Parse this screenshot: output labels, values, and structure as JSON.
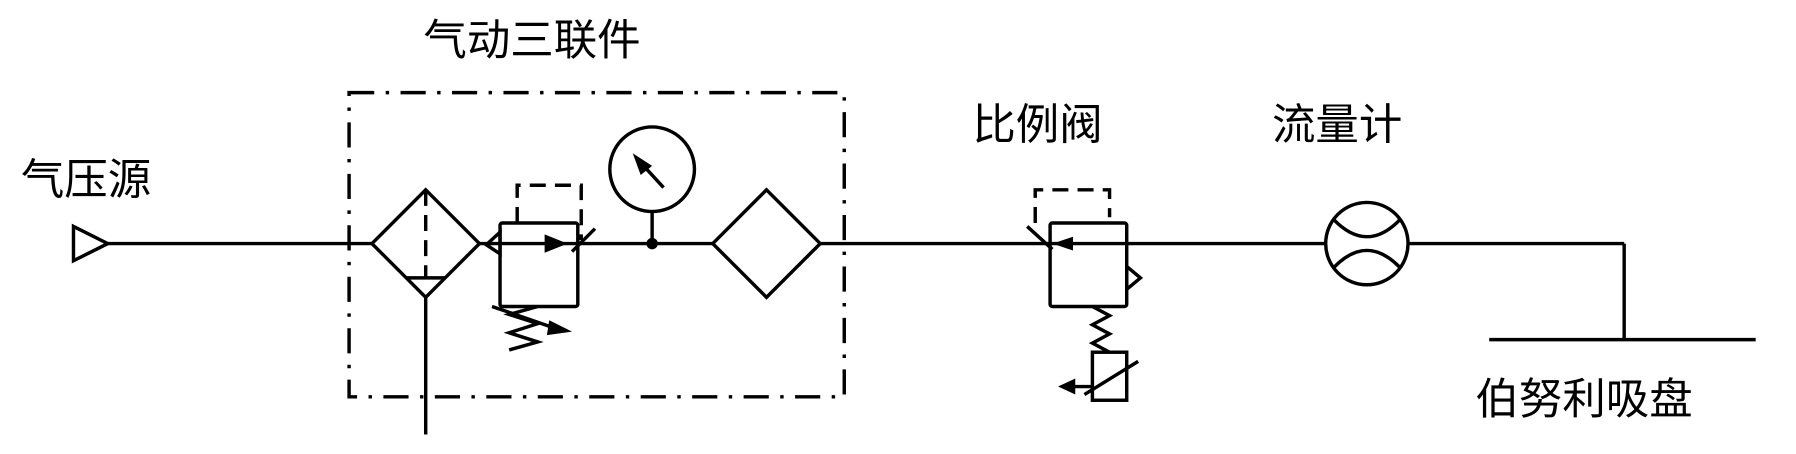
{
  "labels": {
    "air_source": "气压源",
    "frl_unit": "气动三联件",
    "proportional_valve": "比例阀",
    "flow_meter": "流量计",
    "bernoulli_gripper": "伯努利吸盘"
  },
  "colors": {
    "line": "#000000",
    "background": "#ffffff"
  }
}
